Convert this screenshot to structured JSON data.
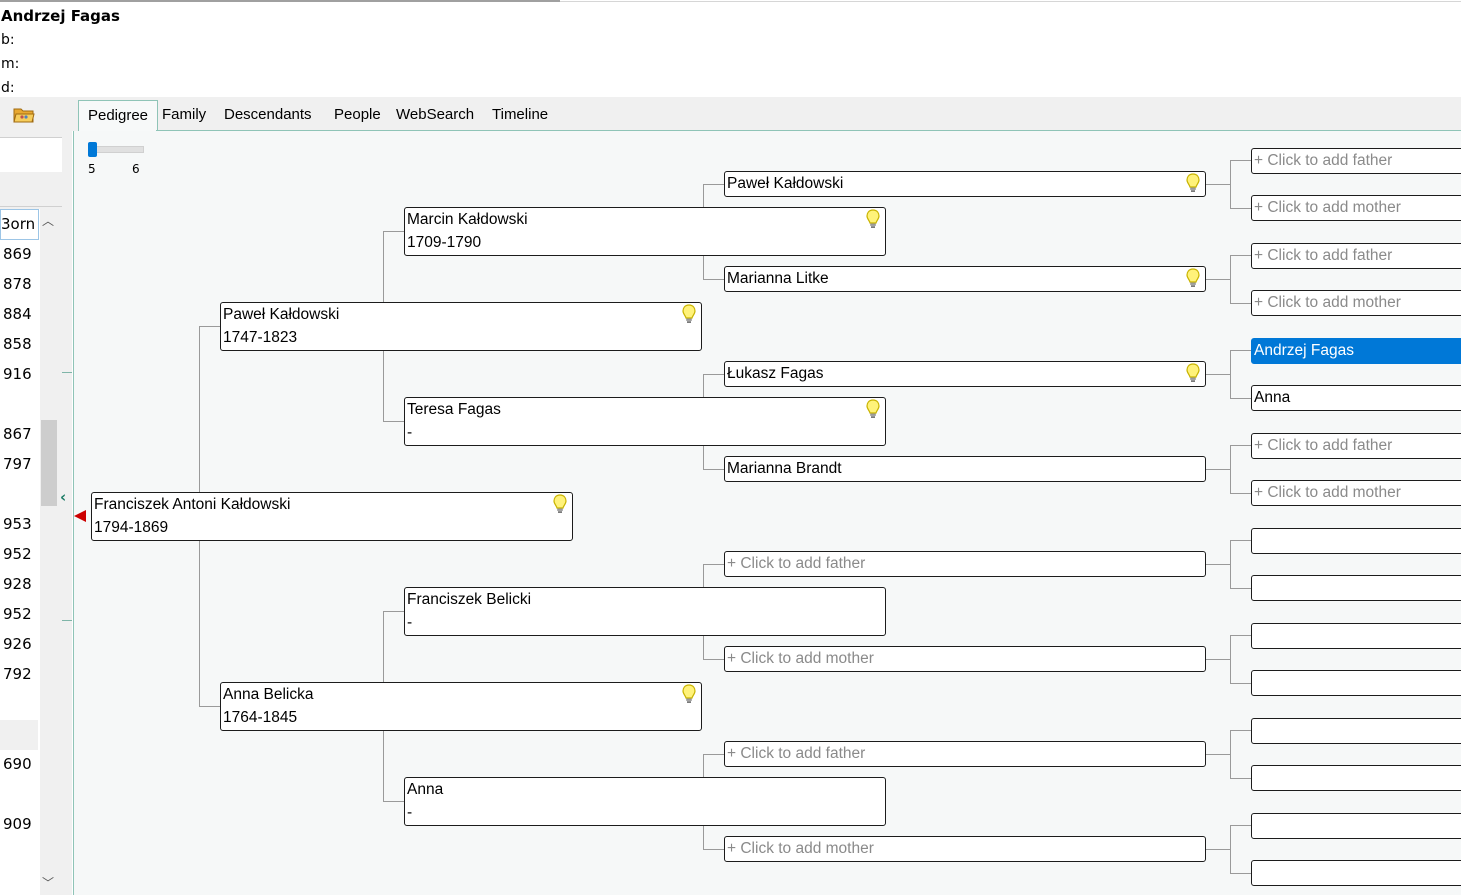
{
  "header": {
    "name": "Andrzej Fagas",
    "birth_label": "b:",
    "marriage_label": "m:",
    "death_label": "d:"
  },
  "left_panel": {
    "column_header": "Born",
    "column_header_visible": "3orn",
    "years": [
      "869",
      "878",
      "884",
      "858",
      "916",
      "867",
      "797",
      "953",
      "952",
      "928",
      "952",
      "926",
      "792",
      "690",
      "909"
    ]
  },
  "tabs": [
    "Pedigree",
    "Family",
    "Descendants",
    "People",
    "WebSearch",
    "Timeline"
  ],
  "slider": {
    "min_label": "5",
    "max_label": "6",
    "value": 5
  },
  "pedigree": {
    "root": {
      "name": "Franciszek Antoni Kałdowski",
      "dates": "1794-1869"
    },
    "father": {
      "name": "Paweł Kałdowski",
      "dates": "1747-1823"
    },
    "mother": {
      "name": "Anna Belicka",
      "dates": "1764-1845"
    },
    "ff": {
      "name": "Marcin Kałdowski",
      "dates": "1709-1790"
    },
    "fm": {
      "name": "Teresa Fagas",
      "dates": "-"
    },
    "mf": {
      "name": "Franciszek Belicki",
      "dates": "-"
    },
    "mm": {
      "name": "Anna",
      "dates": "-"
    },
    "fff": "Paweł Kałdowski",
    "ffm": "Marianna Litke",
    "fmf": "Łukasz Fagas",
    "fmm": "Marianna Brandt",
    "add_father": "+ Click to add father",
    "add_mother": "+ Click to add mother",
    "gen5_selected": "Andrzej Fagas",
    "gen5_anna": "Anna"
  }
}
